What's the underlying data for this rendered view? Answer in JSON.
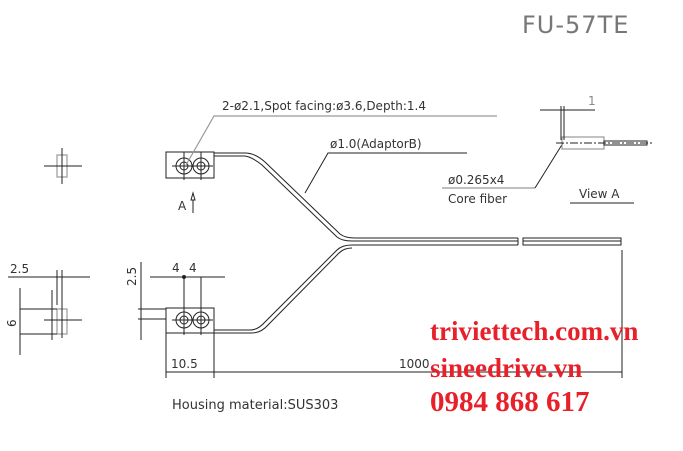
{
  "title": "FU-57TE",
  "labels": {
    "spot_facing": "2-ø2.1,Spot facing:ø3.6,Depth:1.4",
    "adaptor": "ø1.0(AdaptorB)",
    "core_diameter": "ø0.265x4",
    "core_fiber": "Core fiber",
    "view_a": "View A",
    "arrow_a": "A",
    "housing_material": "Housing material:SUS303"
  },
  "dimensions": {
    "view_a_width": "1",
    "side_width": "2.5",
    "side_height": "6",
    "head_offset": "2.5",
    "hole_pitch_1": "4",
    "hole_pitch_2": "4",
    "head_length": "10.5",
    "fiber_length": "1000"
  },
  "watermark": {
    "line1": "triviettech.com.vn",
    "line2": "sineedrive.vn",
    "line3": "0984 868 617",
    "color": "#e8202a"
  }
}
